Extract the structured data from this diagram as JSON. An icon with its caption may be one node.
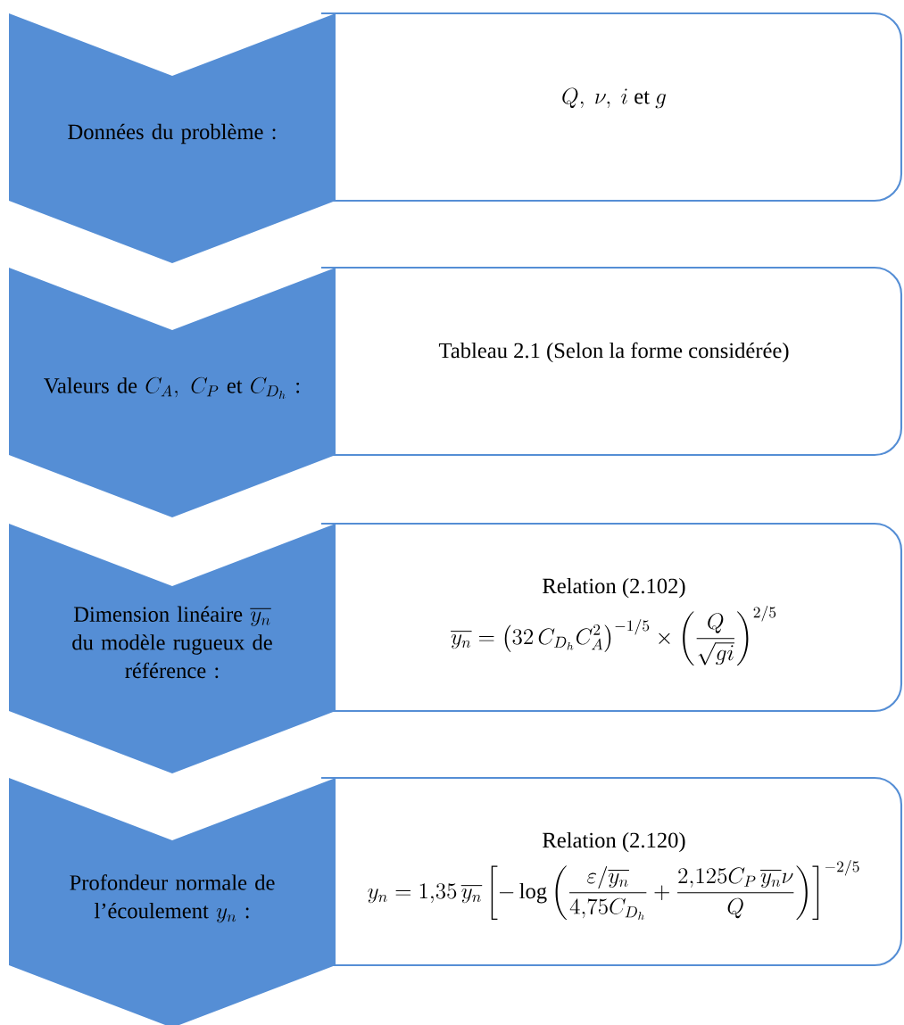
{
  "diagram": {
    "nodes": [
      {
        "text": [
          "\\text{Données du problème :}"
        ]
      },
      {
        "text": [
          "Q,\\ \\nu,\\ i\\text{ et }g"
        ]
      },
      {
        "text": [
          "\\text{Valeurs de }C_A,\\ C_P\\text{ et }C_{D_h}\\text{ :}"
        ]
      },
      {
        "text": [
          "Tableau 2.1 (Selon la forme considérée)"
        ]
      },
      {
        "text": [
          "\\begin{array}{c}\\text{Dimension linéaire }\\overline{y_n}\\\\\\text{du modèle rugueux de}\\\\\\text{référence :}\\end{array}"
        ]
      },
      {
        "text": [
          "Relation (2.102)",
          "\\overline{y_n}=\\left(32\\,C_{D_h}C_A^2\\right)^{-1/5}\\times\\left(\\frac{Q}{\\sqrt{gi}}\\right)^{2/5}"
        ]
      },
      {
        "text": [
          "\\begin{array}{c}\\text{Profondeur normale de}\\\\\\text{l'écoulement }y_n\\text{ :}\\end{array}"
        ]
      },
      {
        "text": [
          "Relation (2.120)",
          "y_n=1{,}35\\,\\overline{y_n}\\left[-\\log\\left(\\frac{\\varepsilon/\\overline{y_n}}{4{,}75C_{D_h}}+\\frac{2{,}125C_P\\,\\overline{y_n}\\nu}{Q}\\right)\\right]^{-2/5}"
        ]
      }
    ]
  }
}
